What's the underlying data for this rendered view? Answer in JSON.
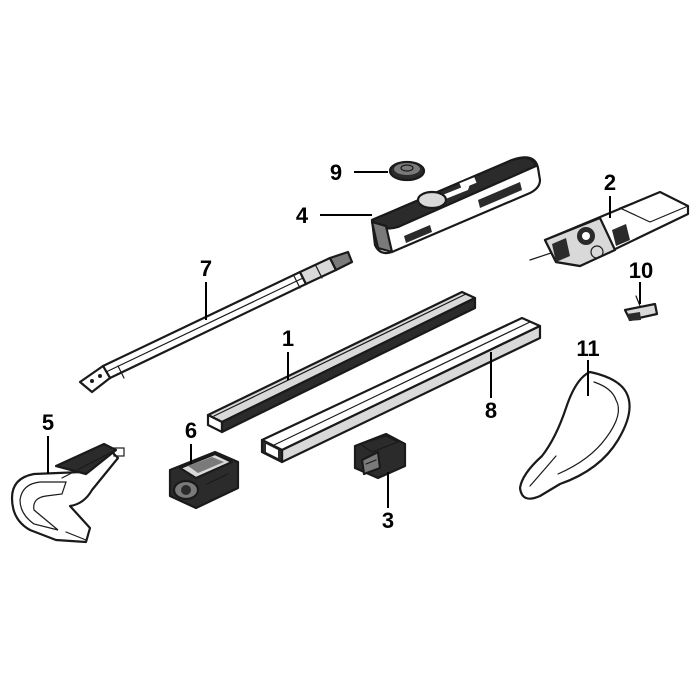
{
  "colors": {
    "outline": "#1a1a1a",
    "dark_part": "#2b2b2b",
    "mid_grey": "#7a7a7a",
    "light_grey": "#d9d9d9",
    "fill": "#ffffff"
  },
  "parts": [
    {
      "id": "part-1",
      "number": "1"
    },
    {
      "id": "part-2",
      "number": "2"
    },
    {
      "id": "part-3",
      "number": "3"
    },
    {
      "id": "part-4",
      "number": "4"
    },
    {
      "id": "part-5",
      "number": "5"
    },
    {
      "id": "part-6",
      "number": "6"
    },
    {
      "id": "part-7",
      "number": "7"
    },
    {
      "id": "part-8",
      "number": "8"
    },
    {
      "id": "part-9",
      "number": "9"
    },
    {
      "id": "part-10",
      "number": "10"
    },
    {
      "id": "part-11",
      "number": "11"
    }
  ]
}
